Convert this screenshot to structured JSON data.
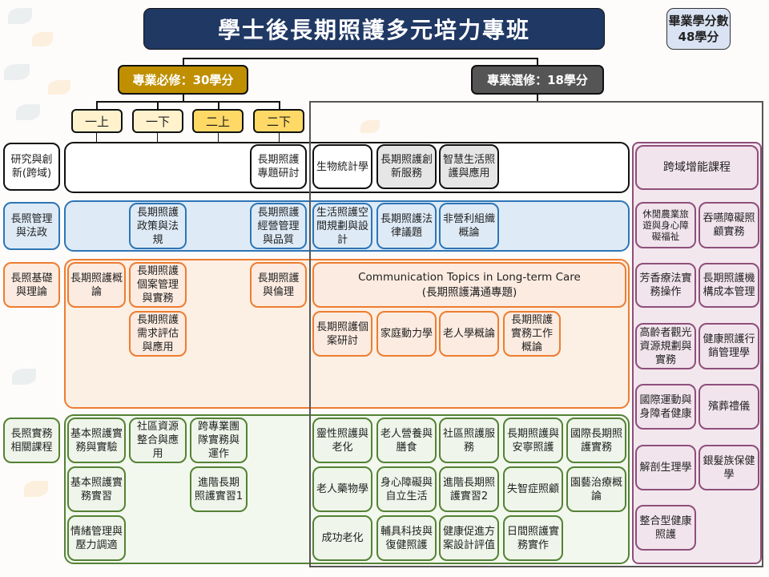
{
  "title": "學士後長期照護多元培力專班",
  "graduation_credits": {
    "label": "畢業學分數",
    "value": "48學分"
  },
  "required": {
    "label": "專業必修：30學分"
  },
  "elective": {
    "label": "專業選修：18學分"
  },
  "semesters": [
    "一上",
    "一下",
    "二上",
    "二下"
  ],
  "categories": [
    {
      "label": "研究與創新(跨域)"
    },
    {
      "label": "長照管理與法政"
    },
    {
      "label": "長照基礎與理論"
    },
    {
      "label": "長照實務相關課程"
    }
  ],
  "required_courses": {
    "research": [
      "長期照護專題研討"
    ],
    "management": [
      "長期照護政策與法規",
      "長期照護經營管理與品質"
    ],
    "foundation": [
      "長期照護概論",
      "長期照護個案管理與實務",
      "長期照護需求評估與應用",
      "長期照護與倫理"
    ],
    "practice": [
      "基本照護實務與實驗",
      "社區資源整合與應用",
      "跨專業團隊實務與運作",
      "基本照護實務實習",
      "進階長期照護實習1",
      "情緒管理與壓力調適"
    ]
  },
  "elective_courses": {
    "research": [
      "生物統計學",
      "長期照護創新服務",
      "智慧生活照護與應用"
    ],
    "management": [
      "生活照護空間規劃與設計",
      "長期照護法律議題",
      "非營利組織概論"
    ],
    "foundation_highlight": {
      "line1": "Communication Topics in Long-term Care",
      "line2": "(長期照護溝通專題)"
    },
    "foundation": [
      "長期照護個案研討",
      "家庭動力學",
      "老人學概論",
      "長期照護實務工作概論"
    ],
    "practice": [
      "靈性照護與老化",
      "老人營養與膳食",
      "社區照護服務",
      "長期照護與安寧照護",
      "國際長期照護實務",
      "老人藥物學",
      "身心障礙與自立生活",
      "進階長期照護實習2",
      "失智症照顧",
      "園藝治療概論",
      "成功老化",
      "輔具科技與復健照護",
      "健康促進方案設計評值",
      "日間照護實務實作"
    ]
  },
  "cross_domain": {
    "title": "跨域增能課程",
    "courses": [
      "休閒農業旅遊與身心障礙福祉",
      "吞嚥障礙照顧實務",
      "芳香療法實務操作",
      "長期照護機構成本管理",
      "高齡者觀光資源規劃與實務",
      "健康照護行銷管理學",
      "國際運動與身障者健康",
      "殯葬禮儀",
      "解剖生理學",
      "銀髮族保健學",
      "整合型健康照護"
    ]
  },
  "colors": {
    "title_bg": "#1f3864",
    "required_hdr": "#bf8f00",
    "elective_hdr": "#555555",
    "blue": "#2e75b6",
    "orange": "#ed7d31",
    "green": "#548235",
    "purple": "#8e4f7a"
  }
}
